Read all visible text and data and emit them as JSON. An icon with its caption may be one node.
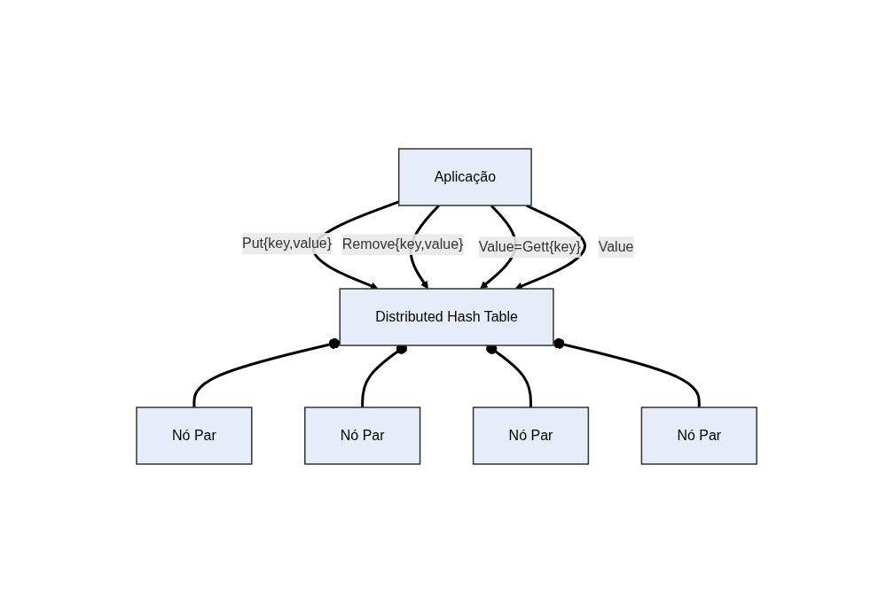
{
  "diagram": {
    "nodes": [
      {
        "text": [
          "Aplicação"
        ]
      },
      {
        "text": [
          "Distributed Hash Table"
        ]
      },
      {
        "text": [
          "Nó Par"
        ]
      },
      {
        "text": [
          "Nó Par"
        ]
      },
      {
        "text": [
          "Nó Par"
        ]
      },
      {
        "text": [
          "Nó Par"
        ]
      }
    ],
    "edges": [
      {
        "from": 0,
        "to": 1,
        "arrow": "to",
        "label": "Put{key,value}"
      },
      {
        "from": 0,
        "to": 1,
        "arrow": "to",
        "label": "Remove{key,value}"
      },
      {
        "from": 0,
        "to": 1,
        "arrow": "to",
        "label": "Value=Gett{key}"
      },
      {
        "from": 0,
        "to": 1,
        "arrow": "to",
        "label": "Value"
      },
      {
        "from": 1,
        "to": 2,
        "arrow": "other"
      },
      {
        "from": 1,
        "to": 3,
        "arrow": "other"
      },
      {
        "from": 1,
        "to": 4,
        "arrow": "other"
      },
      {
        "from": 1,
        "to": 5,
        "arrow": "other"
      }
    ]
  }
}
